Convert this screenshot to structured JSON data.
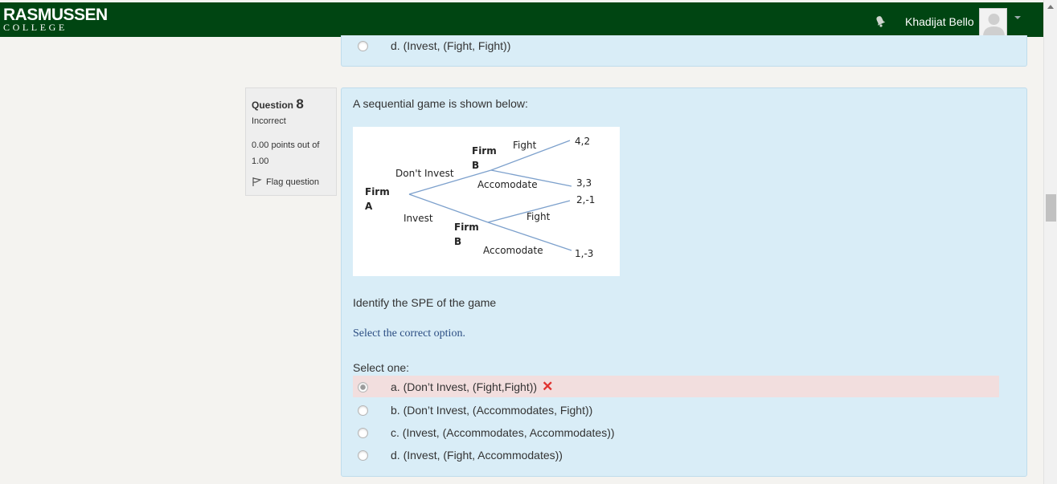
{
  "header": {
    "logo_main": "RASMUSSEN",
    "logo_sub": "COLLEGE",
    "username": "Khadijat Bello",
    "brand_color": "#004512"
  },
  "previous_question": {
    "option_d": "d. (Invest, (Fight, Fight))"
  },
  "question": {
    "label": "Question",
    "number": "8",
    "state": "Incorrect",
    "grade": "0.00 points out of 1.00",
    "flag_label": "Flag question",
    "intro": "A sequential game is shown below:",
    "ask": "Identify the SPE of the game",
    "hint": "Select the correct option.",
    "select_one": "Select one:",
    "options": [
      {
        "label": "a. (Don’t Invest, (Fight,Fight))",
        "checked": true,
        "incorrect": true
      },
      {
        "label": "b. (Don’t Invest, (Accommodates, Fight))",
        "checked": false
      },
      {
        "label": "c. (Invest, (Accommodates, Accommodates))",
        "checked": false
      },
      {
        "label": "d. (Invest, (Fight, Accommodates))",
        "checked": false
      }
    ]
  },
  "game_tree": {
    "root_player": [
      "Firm",
      "A"
    ],
    "top_branch": "Don't Invest",
    "bottom_branch": "Invest",
    "top_node_player": [
      "Firm",
      "B"
    ],
    "bottom_node_player": [
      "Firm",
      "B"
    ],
    "top_fight": "Fight",
    "top_accommodate": "Accomodate",
    "bottom_fight": "Fight",
    "bottom_accommodate": "Accomodate",
    "payoffs": [
      "4,2",
      "3,3",
      "2,-1",
      "1,-3"
    ]
  }
}
